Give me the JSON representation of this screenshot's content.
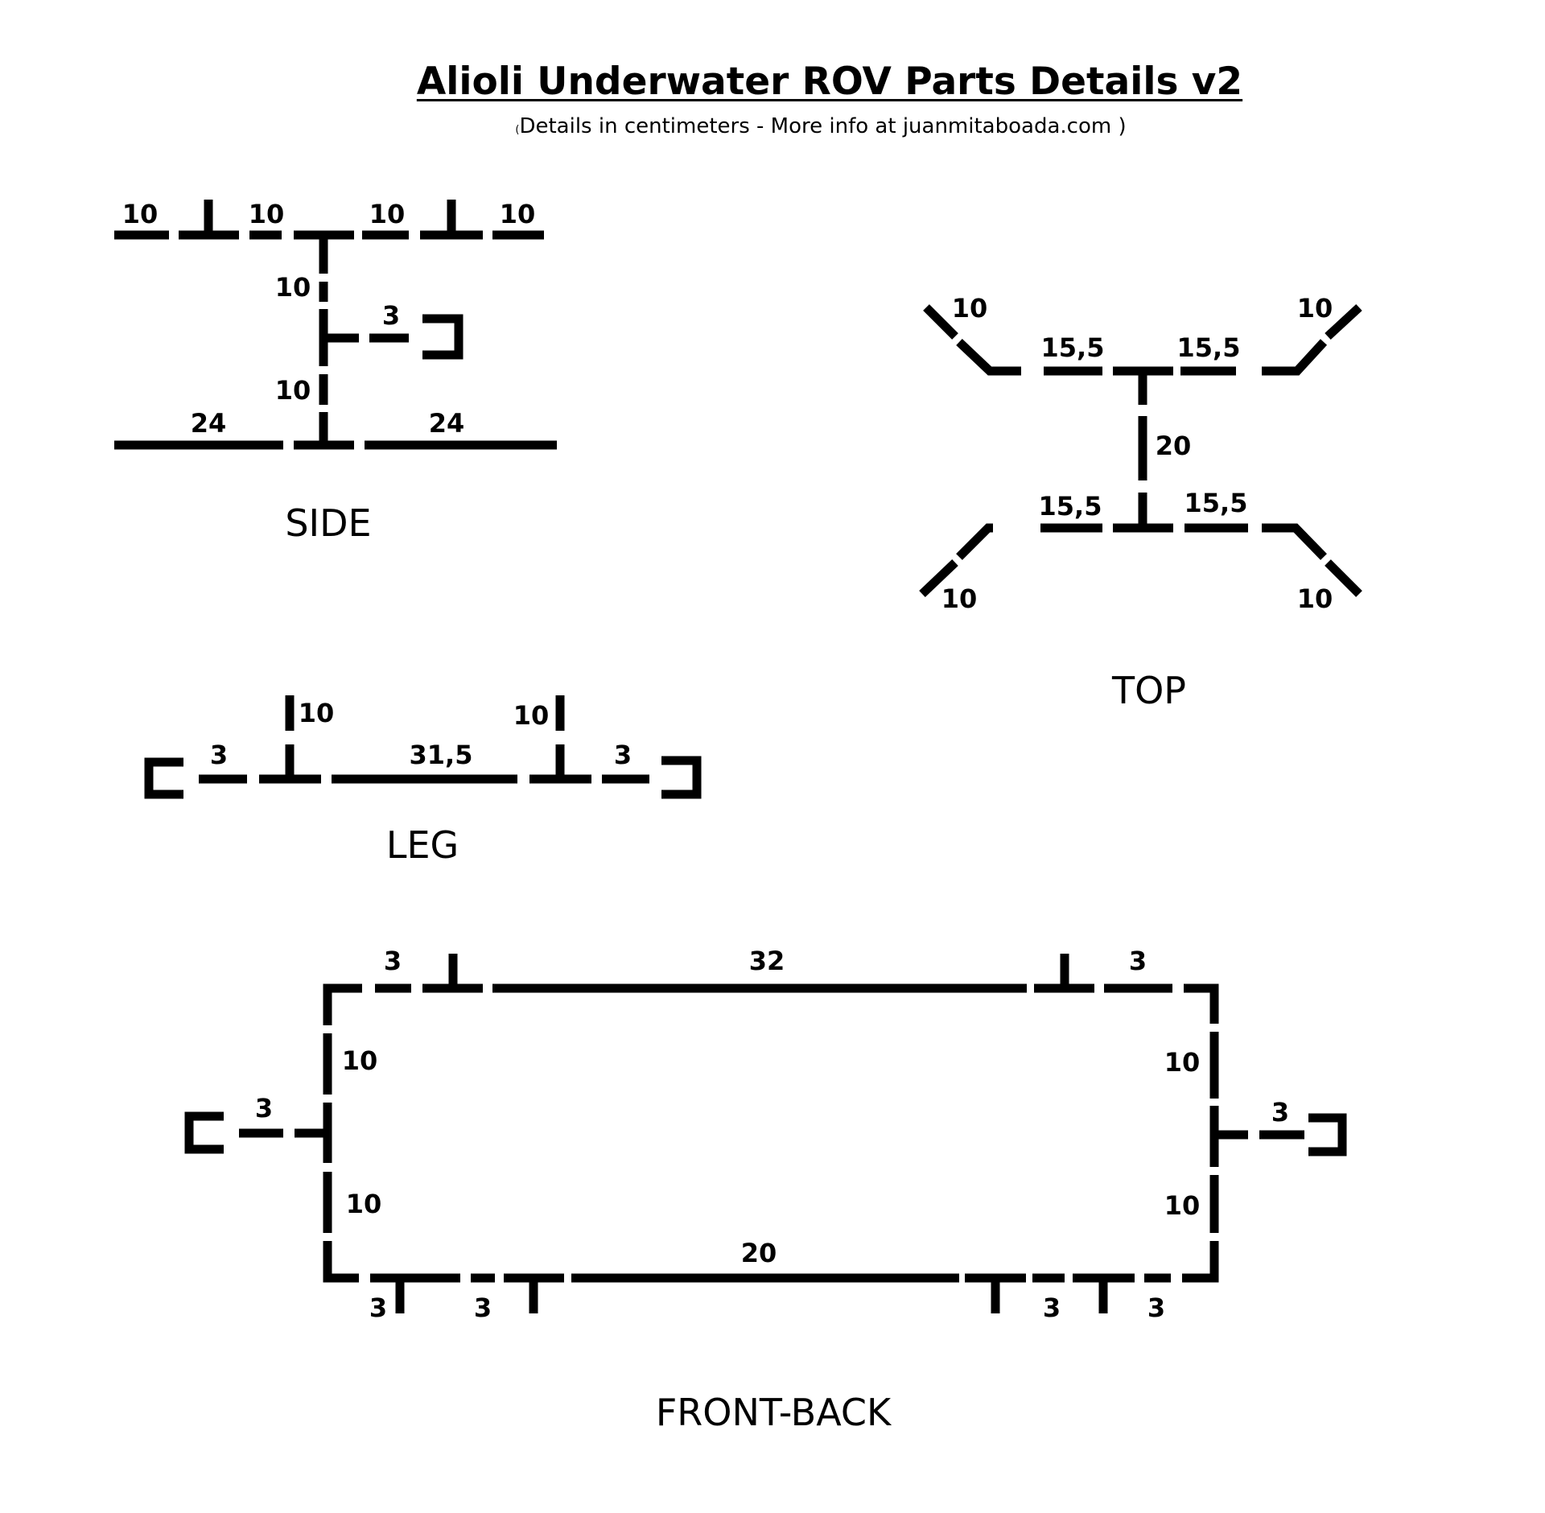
{
  "title": "Alioli Underwater ROV Parts Details v2",
  "subtitle": {
    "open": "(",
    "text": "Details in centimeters - More info at juanmitaboada.com )"
  },
  "views": {
    "side": {
      "label": "SIDE",
      "dims": {
        "top_1": "10",
        "top_2": "10",
        "top_3": "10",
        "top_4": "10",
        "upright_upper": "10",
        "upright_lower": "10",
        "stub": "3",
        "bottom_left": "24",
        "bottom_right": "24"
      }
    },
    "top": {
      "label": "TOP",
      "dims": {
        "diag_top_left": "10",
        "diag_top_right": "10",
        "upper_left": "15,5",
        "upper_right": "15,5",
        "center": "20",
        "lower_left": "15,5",
        "lower_right": "15,5",
        "diag_bottom_left": "10",
        "diag_bottom_right": "10"
      }
    },
    "leg": {
      "label": "LEG",
      "dims": {
        "riser_left": "10",
        "riser_right": "10",
        "end_left": "3",
        "middle": "31,5",
        "end_right": "3"
      }
    },
    "front_back": {
      "label": "FRONT-BACK",
      "dims": {
        "top_left": "3",
        "top_middle": "32",
        "top_right": "3",
        "left_upper": "10",
        "left_lower": "10",
        "right_upper": "10",
        "right_lower": "10",
        "left_stub": "3",
        "right_stub": "3",
        "bottom_middle": "20",
        "bottom_1": "3",
        "bottom_2": "3",
        "bottom_3": "3",
        "bottom_4": "3"
      }
    }
  }
}
